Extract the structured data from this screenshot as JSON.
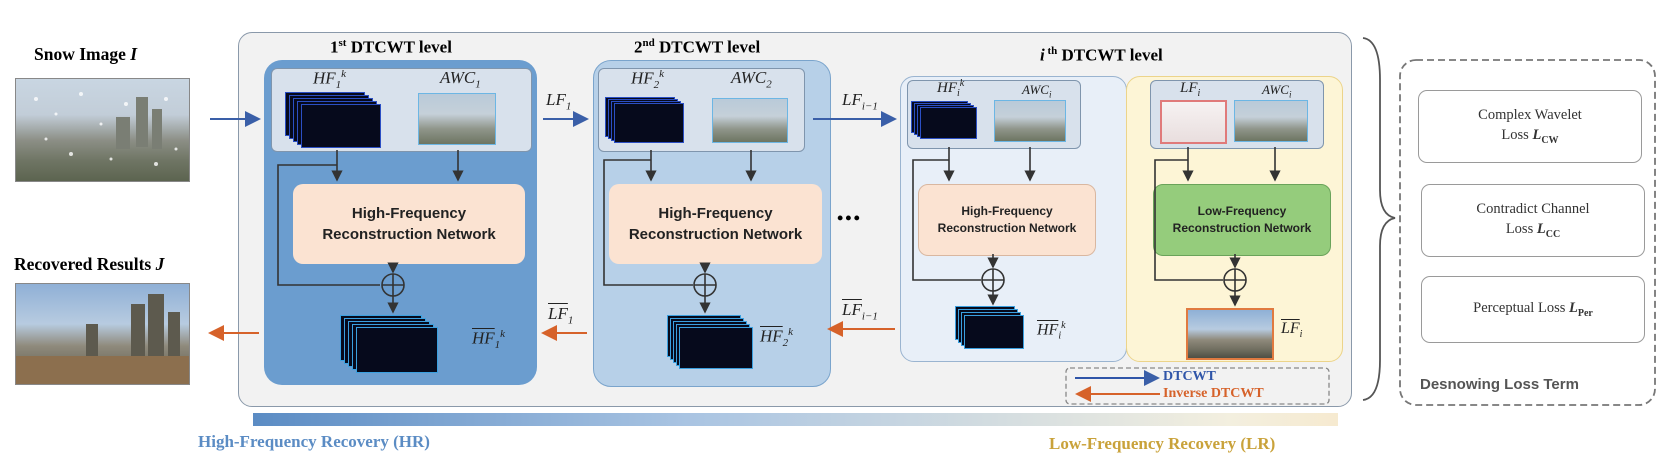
{
  "inputs": {
    "snow_label": "Snow Image",
    "snow_symbol": "I",
    "recovered_label": "Recovered Results",
    "recovered_symbol": "J"
  },
  "levels": {
    "level1_title_num": "1",
    "level1_title_sup": "st",
    "level1_title_text": " DTCWT level",
    "level2_title_num": "2",
    "level2_title_sup": "nd",
    "level2_title_text": " DTCWT level",
    "leveli_title_num": "i",
    "leveli_title_sup": " th",
    "leveli_title_text": " DTCWT level"
  },
  "coeff_labels": {
    "hf1": "HF",
    "hf1_sub": "1",
    "hf1_sup": "k",
    "awc1": "AWC",
    "awc1_sub": "1",
    "hf2": "HF",
    "hf2_sub": "2",
    "hf2_sup": "k",
    "awc2": "AWC",
    "awc2_sub": "2",
    "hfi": "HF",
    "hfi_sub": "i",
    "hfi_sup": "k",
    "awci": "AWC",
    "awci_sub": "i",
    "lfi": "LF",
    "lfi_sub": "i"
  },
  "arrows": {
    "lf1": "LF",
    "lf1_sub": "1",
    "lfim1": "LF",
    "lfim1_sub": "i−1",
    "lf1_hat": "LF",
    "lf1_hat_sub": "1",
    "lfim1_hat": "LF",
    "lfim1_hat_sub": "i−1"
  },
  "outputs": {
    "hf1_hat": "HF",
    "hf1_hat_sub": "1",
    "hf1_hat_sup": "k",
    "hf2_hat": "HF",
    "hf2_hat_sub": "2",
    "hf2_hat_sup": "k",
    "hfi_hat": "HF",
    "hfi_hat_sub": "i",
    "hfi_hat_sup": "k",
    "lfi_hat": "LF",
    "lfi_hat_sub": "i"
  },
  "networks": {
    "hf_line1": "High-Frequency",
    "hf_line2": "Reconstruction Network",
    "lf_line1": "Low-Frequency",
    "lf_line2": "Reconstruction Network"
  },
  "ellipsis": "•••",
  "legend": {
    "dtcwt": "DTCWT",
    "inverse": "Inverse DTCWT"
  },
  "losses": {
    "cw_line1": "Complex Wavelet",
    "cw_line2": "Loss",
    "cw_sym": "L",
    "cw_sub": "CW",
    "cc_line1": "Contradict Channel",
    "cc_line2": "Loss",
    "cc_sym": "L",
    "cc_sub": "CC",
    "per_line": "Perceptual Loss",
    "per_sym": "L",
    "per_sub": "Per",
    "term_title": "Desnowing Loss Term"
  },
  "bottom": {
    "hr_label": "High-Frequency Recovery (HR)",
    "lr_label": "Low-Frequency Recovery (LR)"
  },
  "colors": {
    "forward_arrow": "#3a5fa8",
    "inverse_arrow": "#d6622a",
    "hr_text": "#5b8cc4",
    "lr_text": "#c9a23a",
    "legend_dtcwt": "#2f55a8",
    "legend_inverse": "#d6622a"
  }
}
